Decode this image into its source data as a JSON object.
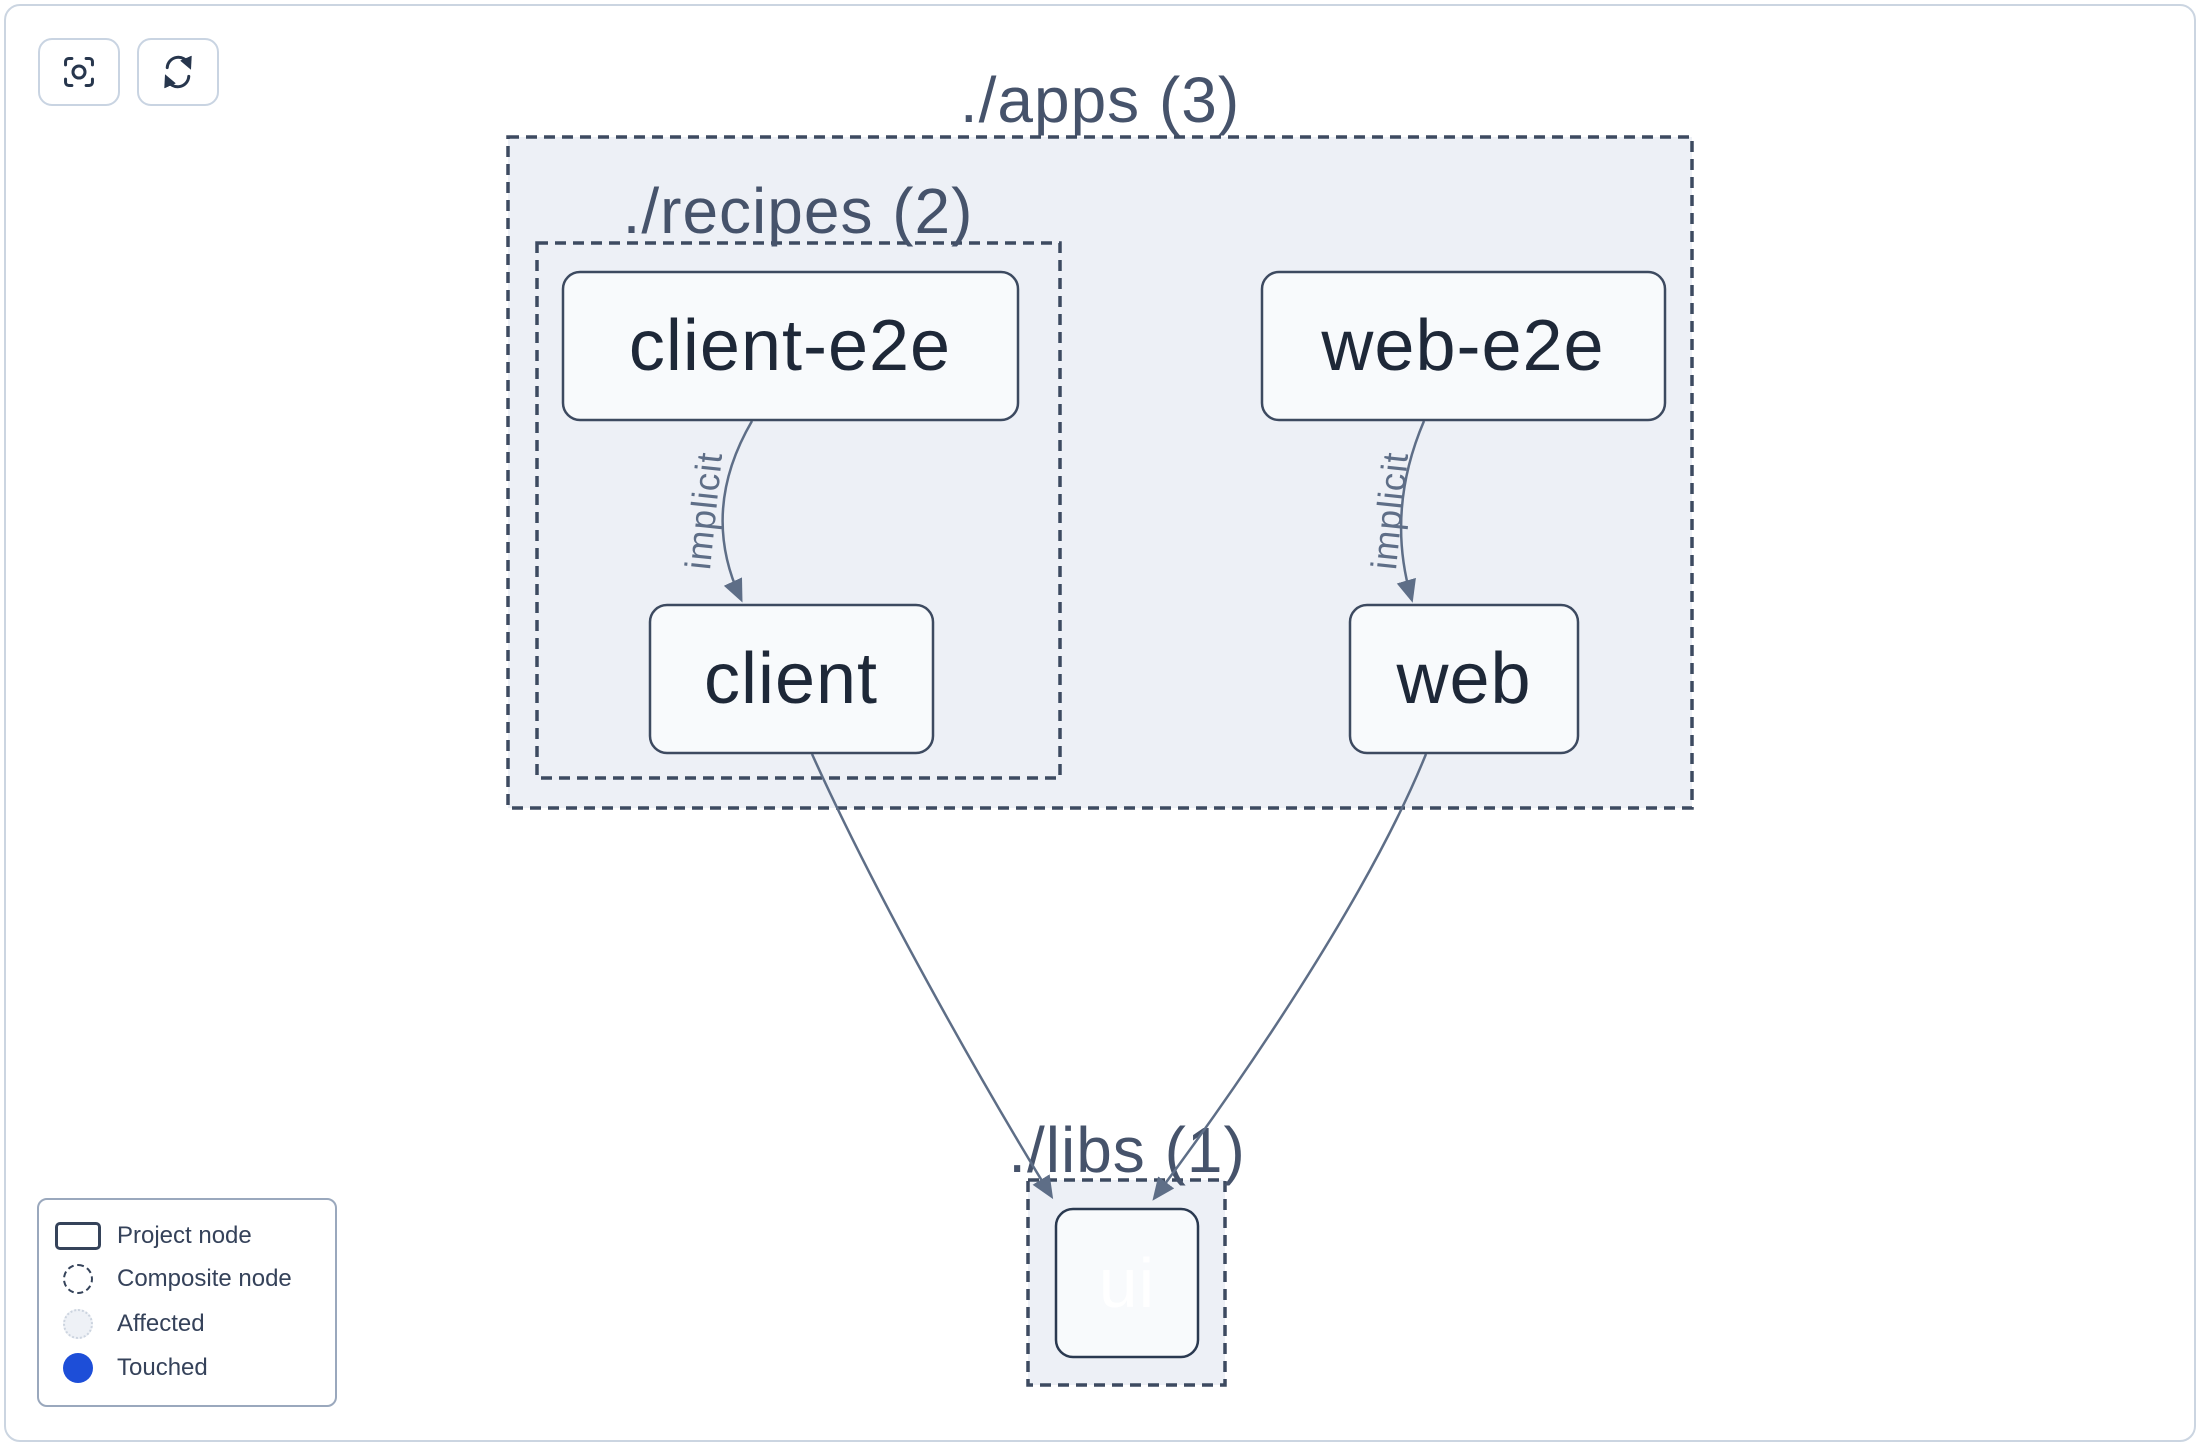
{
  "toolbar": {
    "buttons": [
      {
        "icon": "focus-icon"
      },
      {
        "icon": "refresh-icon"
      }
    ]
  },
  "graph": {
    "groups": [
      {
        "id": "apps",
        "label": "./apps (3)"
      },
      {
        "id": "recipes",
        "label": "./recipes (2)"
      },
      {
        "id": "libs",
        "label": "./libs (1)"
      }
    ],
    "nodes": [
      {
        "id": "client-e2e",
        "label": "client-e2e",
        "state": "default"
      },
      {
        "id": "web-e2e",
        "label": "web-e2e",
        "state": "default"
      },
      {
        "id": "client",
        "label": "client",
        "state": "default"
      },
      {
        "id": "web",
        "label": "web",
        "state": "default"
      },
      {
        "id": "ui",
        "label": "ui",
        "state": "touched"
      }
    ],
    "edges": [
      {
        "source": "client-e2e",
        "target": "client",
        "label": "implicit"
      },
      {
        "source": "web-e2e",
        "target": "web",
        "label": "implicit"
      },
      {
        "source": "client",
        "target": "ui",
        "label": ""
      },
      {
        "source": "web",
        "target": "ui",
        "label": ""
      }
    ]
  },
  "legend": {
    "items": [
      {
        "label": "Project node",
        "swatch": "project-node"
      },
      {
        "label": "Composite node",
        "swatch": "composite-node"
      },
      {
        "label": "Affected",
        "swatch": "affected"
      },
      {
        "label": "Touched",
        "swatch": "touched"
      }
    ]
  },
  "colors": {
    "touched_node_fill": "#2563eb",
    "touched_legend_dot": "#1d4ed8",
    "composite_fill": "#edf0f6",
    "node_fill": "#f8fafc",
    "edge_stroke": "#5e6e87",
    "dashed_border": "#3d4a60",
    "canvas_border": "#cbd5e1"
  }
}
